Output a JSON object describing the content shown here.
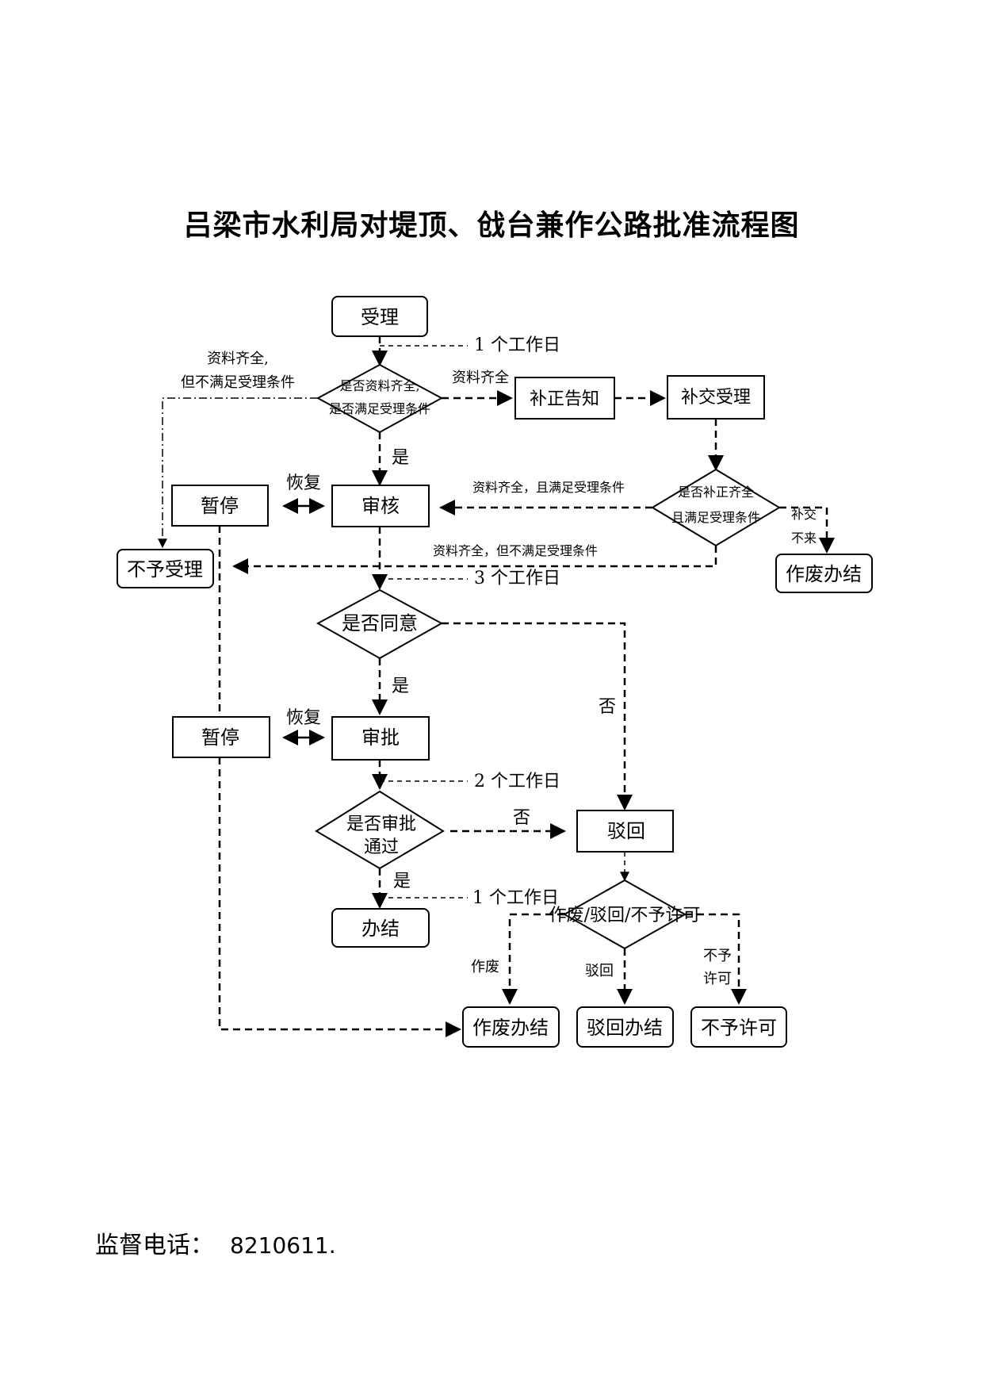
{
  "title": "吕梁市水利局对堤顶、戗台兼作公路批准流程图",
  "nodes": {
    "accept": "受理",
    "check_docs_1": "是否资料齐全,",
    "check_docs_2": "是否满足受理条件",
    "notify": "补正告知",
    "resubmit": "补交受理",
    "check_fix_1": "是否补正齐全",
    "check_fix_2": "且满足受理条件",
    "review": "审核",
    "pause1": "暂停",
    "reject_accept": "不予受理",
    "void_end_top": "作废办结",
    "agree": "是否同意",
    "pause2": "暂停",
    "approve": "审批",
    "approve_pass_1": "是否审批",
    "approve_pass_2": "通过",
    "return": "驳回",
    "finish": "办结",
    "outcome": "作废/驳回/不予许可",
    "void_end": "作废办结",
    "return_end": "驳回办结",
    "deny": "不予许可"
  },
  "labels": {
    "day1": "1 个工作日",
    "docs_ok_no_cond_1": "资料齐全,",
    "docs_ok_no_cond_2": "但不满足受理条件",
    "docs_complete": "资料齐全",
    "yes1": "是",
    "resume1": "恢复",
    "docs_ok_cond": "资料齐全，且满足受理条件",
    "resubmit_missing_1": "补交",
    "resubmit_missing_2": "不来",
    "docs_ok_not_cond": "资料齐全，但不满足受理条件",
    "day3": "3 个工作日",
    "yes2": "是",
    "no1": "否",
    "resume2": "恢复",
    "day2": "2 个工作日",
    "no2": "否",
    "yes3": "是",
    "day1b": "1 个工作日",
    "void": "作废",
    "ret": "驳回",
    "deny_1": "不予",
    "deny_2": "许可"
  },
  "footer": {
    "label": "监督电话：",
    "phone": "8210611."
  }
}
